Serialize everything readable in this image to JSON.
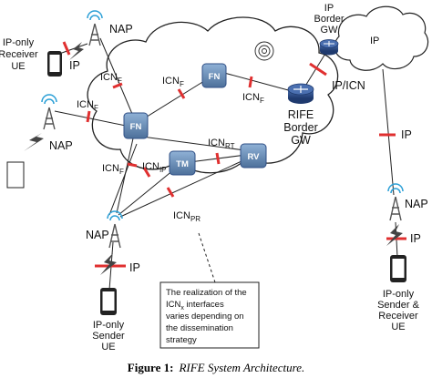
{
  "labels": {
    "nap_top": "NAP",
    "ip_only_receiver_line1": "IP-only",
    "ip_only_receiver_line2": "Receiver",
    "ip_only_receiver_line3": "UE",
    "ip_top_left": "IP",
    "icn_f_1": "ICN",
    "icn_f_1_sub": "F",
    "icn_f_2": "ICN",
    "icn_f_2_sub": "F",
    "icn_f_3": "ICN",
    "icn_f_3_sub": "F",
    "icn_f_left": "ICN",
    "icn_f_left_sub": "F",
    "nap_left": "NAP",
    "icn_f_low": "ICN",
    "icn_f_low_sub": "F",
    "icn_ip": "ICN",
    "icn_ip_sub": "IP",
    "icn_rt": "ICN",
    "icn_rt_sub": "RT",
    "icn_pr": "ICN",
    "icn_pr_sub": "PR",
    "nap_bottom": "NAP",
    "ip_bottom_left": "IP",
    "ip_only_sender_line1": "IP-only",
    "ip_only_sender_line2": "Sender",
    "ip_only_sender_line3": "UE",
    "ip_border_line1": "IP",
    "ip_border_line2": "Border",
    "ip_border_line3": "GW",
    "ip_cloud": "IP",
    "ip_icn": "IP/ICN",
    "rife_line1": "RIFE",
    "rife_line2": "Border",
    "rife_line3": "GW",
    "ip_right": "IP",
    "nap_right": "NAP",
    "ip_right_bottom": "IP",
    "sender_receiver_line1": "IP-only",
    "sender_receiver_line2": "Sender &",
    "sender_receiver_line3": "Receiver",
    "sender_receiver_line4": "UE"
  },
  "nodes": {
    "fn_left": "FN",
    "fn_top": "FN",
    "tm": "TM",
    "rv": "RV"
  },
  "note": {
    "line1": "The realization of the",
    "line2_pre": "ICN",
    "line2_sub": "x",
    "line2_post": " interfaces",
    "line3": "varies depending on",
    "line4": "the dissemination",
    "line5": "strategy"
  },
  "caption": {
    "prefix": "Figure 1:",
    "title": "RIFE System Architecture."
  },
  "colors": {
    "node_fill": "#5b7fa6",
    "router_fill": "#2f4f86",
    "marker": "#e03030",
    "tower": "#555555",
    "wifi": "#2a9fd6"
  }
}
